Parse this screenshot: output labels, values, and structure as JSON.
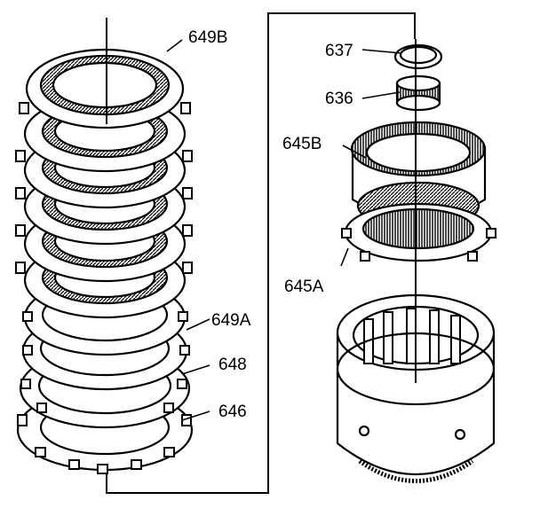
{
  "labels": {
    "l649b": "649B",
    "l649a": "649A",
    "l648": "648",
    "l646": "646",
    "l637": "637",
    "l636": "636",
    "l645b": "645B",
    "l645a": "645A"
  },
  "colors": {
    "ink": "#000000",
    "paper": "#ffffff",
    "shade": "#9a9a9a",
    "dark": "#3a3a3a"
  }
}
